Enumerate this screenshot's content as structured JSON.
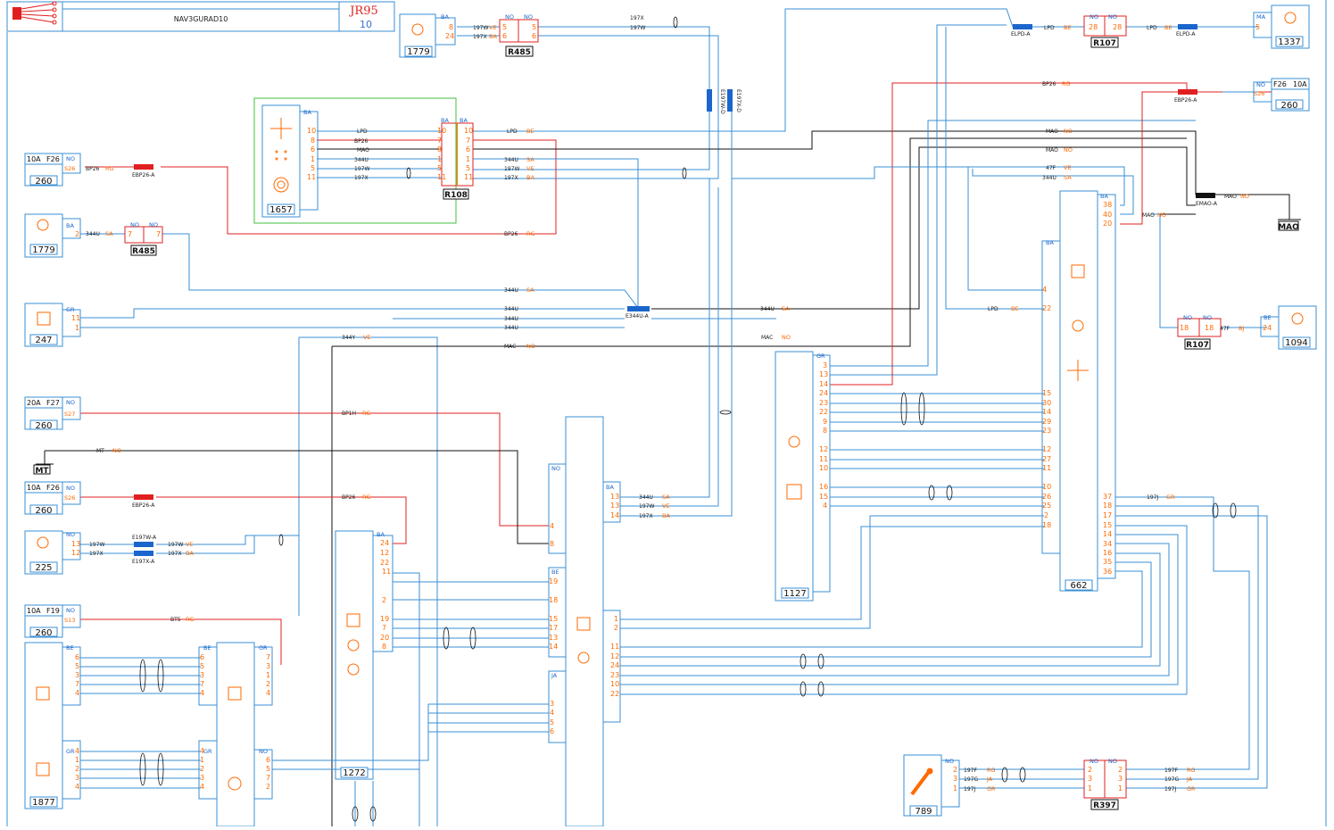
{
  "header": {
    "model_code": "NAV3GURAD10",
    "doc_code": "JR95",
    "page_number": "10"
  },
  "components": {
    "c1779a": "1779",
    "c1779b": "1779",
    "c1657": "1657",
    "c260a": "260",
    "c247": "247",
    "c260b": "260",
    "c260c": "260",
    "c225": "225",
    "c260d": "260",
    "c1877": "1877",
    "c1272": "1272",
    "c1127": "1127",
    "c662": "662",
    "c789": "789",
    "c1337": "1337",
    "c260e": "260",
    "c1094": "1094"
  },
  "connectors": {
    "r485a": "R485",
    "r485b": "R485",
    "r108": "R108",
    "r107a": "R107",
    "r107b": "R107",
    "r397": "R397"
  },
  "grounds": {
    "mao": "MAO",
    "mt": "MT"
  },
  "fuses": {
    "f26a": {
      "amp": "10A",
      "id": "F26",
      "color": "NO",
      "pin": "S26"
    },
    "f27": {
      "amp": "20A",
      "id": "F27",
      "color": "NO",
      "pin": "S27"
    },
    "f26b": {
      "amp": "10A",
      "id": "F26",
      "color": "NO",
      "pin": "S26"
    },
    "f19": {
      "amp": "10A",
      "id": "F19",
      "color": "NO",
      "pin": "S13"
    },
    "f26c": {
      "amp": "10A",
      "id": "F26",
      "color": "NO",
      "pin": "S26"
    }
  },
  "splices": {
    "ebp26a": "EBP26-A",
    "ebp26b": "EBP26-A",
    "e197w": "E197W-A",
    "e197x": "E197X-A",
    "e344u": "E344U-A",
    "elpd1": "ELPD-A",
    "elpd2": "ELPD-A",
    "ebp26c": "EBP26-A",
    "emao": "EMAO-A",
    "e197wd": "E197W-D",
    "e197xd": "E197X-D"
  },
  "wires": {
    "w197w": "197W",
    "w197x": "197X",
    "wlpd": "LPD",
    "wbp26": "BP26",
    "wmao": "MAO",
    "w344u": "344U",
    "w344y": "344Y",
    "wmac": "MAC",
    "wbp1h": "BP1H",
    "wmt": "MT",
    "wbt5": "BT5",
    "w47f": "47F",
    "w197j": "197J",
    "w197f": "197F",
    "w197g": "197G"
  },
  "colors": {
    "ve": "VE",
    "ba": "BA",
    "sa": "SA",
    "rg": "RG",
    "be": "BE",
    "no": "NO",
    "gr": "GR",
    "ja": "JA",
    "ma": "MA",
    "bj": "BJ"
  }
}
